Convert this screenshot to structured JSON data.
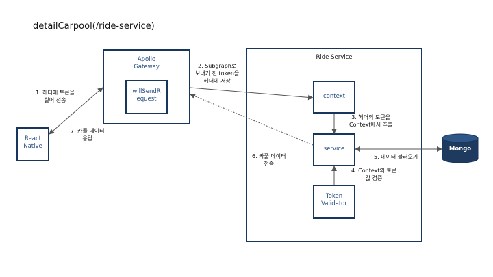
{
  "title": "detailCarpool(/ride-service)",
  "nodes": {
    "react_native": "React\nNative",
    "apollo_gateway": "Apollo\nGateway",
    "will_send_request": "willSendR\nequest",
    "ride_service": "Ride Service",
    "context": "context",
    "service": "service",
    "token_validator": "Token\nValidator",
    "mongo": "Mongo"
  },
  "edges": {
    "step1": "1. 헤더에 토큰을\n실어 전송",
    "step2": "2. Subgraph로\n보내기 전 token을\n헤더에 저장",
    "step3": "3. 헤더의 토큰을\nContext에서 추출",
    "step4": "4. Context의 토큰\n값 검증",
    "step5": "5. 데이터 불러오기",
    "step6": "6. 카풀 데이터\n전송",
    "step7": "7. 카풀 데이터\n응답"
  },
  "colors": {
    "box_border": "#17365d",
    "box_text": "#1f497d",
    "arrow": "#555555",
    "mongo_fill": "#1f3a5f"
  }
}
